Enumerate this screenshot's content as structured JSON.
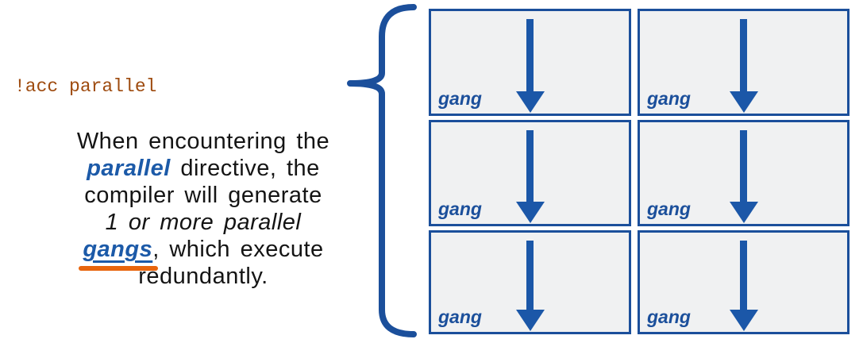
{
  "code": {
    "text": "!acc parallel",
    "color": "#9e4b0f"
  },
  "description": {
    "lines": [
      {
        "segments": [
          {
            "t": "When encountering the",
            "style": "normal"
          }
        ]
      },
      {
        "segments": [
          {
            "t": "parallel",
            "style": "keyword"
          },
          {
            "t": " directive, the",
            "style": "normal"
          }
        ]
      },
      {
        "segments": [
          {
            "t": "compiler will generate",
            "style": "normal"
          }
        ]
      },
      {
        "segments": [
          {
            "t": "1 or more parallel",
            "style": "italic"
          }
        ]
      },
      {
        "segments": [
          {
            "t": "gangs",
            "style": "keyword-underlined"
          },
          {
            "t": ", which execute",
            "style": "normal"
          }
        ]
      },
      {
        "segments": [
          {
            "t": "redundantly.",
            "style": "normal"
          }
        ]
      }
    ],
    "annotation": {
      "type": "orange-underline",
      "under_word": "gangs",
      "color": "#e8650d"
    }
  },
  "brace": {
    "icon": "left-curly-brace",
    "color": "#1b4f9b"
  },
  "grid": {
    "rows": 3,
    "cols": 2,
    "cells": [
      {
        "label": "gang",
        "icon": "down-arrow"
      },
      {
        "label": "gang",
        "icon": "down-arrow"
      },
      {
        "label": "gang",
        "icon": "down-arrow"
      },
      {
        "label": "gang",
        "icon": "down-arrow"
      },
      {
        "label": "gang",
        "icon": "down-arrow"
      },
      {
        "label": "gang",
        "icon": "down-arrow"
      }
    ],
    "box_fill": "#f0f1f2",
    "border_color": "#1b4f9b",
    "arrow_color": "#1b57a8",
    "label_color": "#1b4f9b"
  },
  "colors": {
    "blue_structure": "#1b4f9b",
    "blue_text": "#1c5aa8",
    "orange_annotation": "#e8650d",
    "code_brown": "#9e4b0f",
    "box_fill": "#f0f1f2",
    "text": "#141414",
    "background": "#ffffff"
  }
}
